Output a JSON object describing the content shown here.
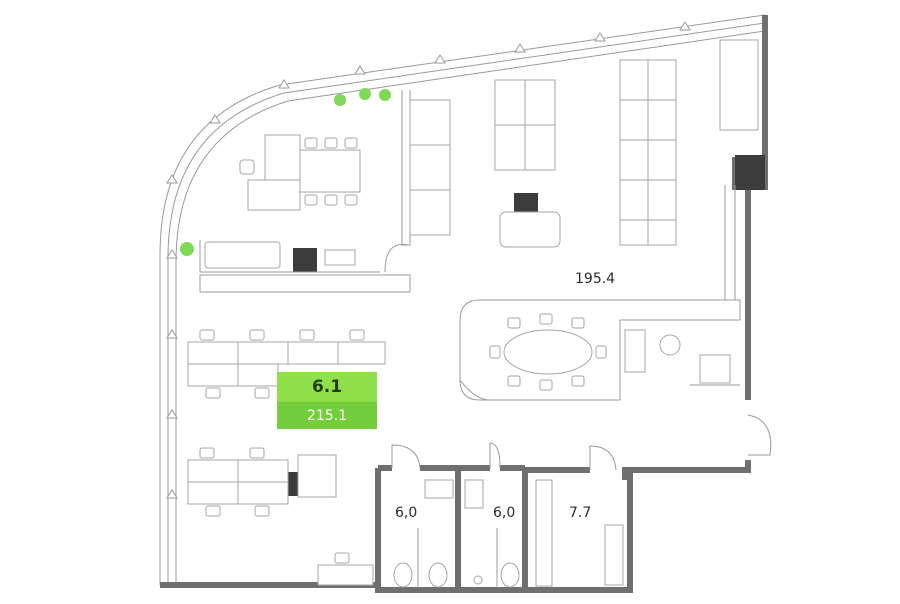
{
  "rooms": [
    {
      "id": "open-office-east",
      "area": "195.4"
    },
    {
      "id": "selected-unit",
      "number": "6.1",
      "area": "215.1"
    },
    {
      "id": "restroom-a",
      "area": "6,0"
    },
    {
      "id": "restroom-b",
      "area": "6,0"
    },
    {
      "id": "utility-room",
      "area": "7.7"
    }
  ],
  "colors": {
    "highlight_top": "#8fe04a",
    "highlight_bottom": "#73cd3c",
    "wall": "#6f6f6f",
    "plant": "#7ed957"
  }
}
